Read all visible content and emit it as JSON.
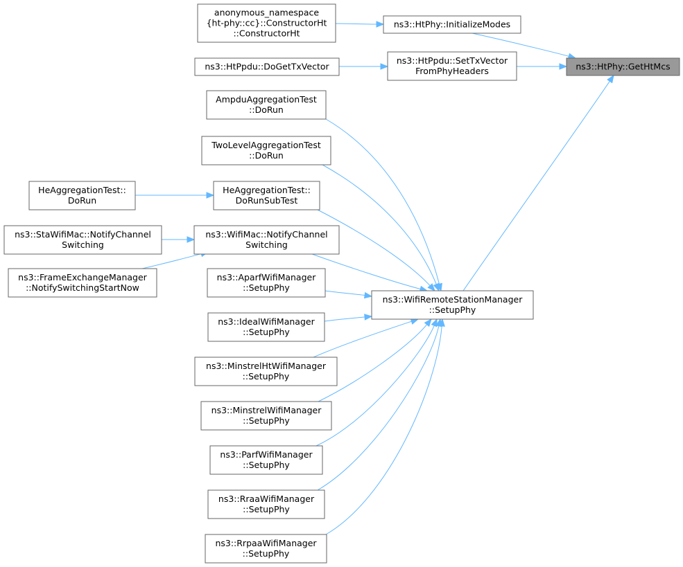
{
  "graph": {
    "edge_color": "#63b8ff",
    "root_fill": "#999999",
    "nodes": [
      {
        "id": "root",
        "lines": [
          "ns3::HtPhy::GetHtMcs"
        ],
        "root": true
      },
      {
        "id": "initmodes",
        "lines": [
          "ns3::HtPhy::InitializeModes"
        ]
      },
      {
        "id": "anon",
        "lines": [
          "anonymous_namespace",
          "{ht-phy::cc}::ConstructorHt",
          "::ConstructorHt"
        ]
      },
      {
        "id": "settx",
        "lines": [
          "ns3::HtPpdu::SetTxVector",
          "FromPhyHeaders"
        ]
      },
      {
        "id": "dogettx",
        "lines": [
          "ns3::HtPpdu::DoGetTxVector"
        ]
      },
      {
        "id": "ampdu",
        "lines": [
          "AmpduAggregationTest",
          "::DoRun"
        ]
      },
      {
        "id": "twolevel",
        "lines": [
          "TwoLevelAggregationTest",
          "::DoRun"
        ]
      },
      {
        "id": "hesub",
        "lines": [
          "HeAggregationTest::",
          "DoRunSubTest"
        ]
      },
      {
        "id": "herun",
        "lines": [
          "HeAggregationTest::",
          "DoRun"
        ]
      },
      {
        "id": "wifimac",
        "lines": [
          "ns3::WifiMac::NotifyChannel",
          "Switching"
        ]
      },
      {
        "id": "stawifi",
        "lines": [
          "ns3::StaWifiMac::NotifyChannel",
          "Switching"
        ]
      },
      {
        "id": "frameex",
        "lines": [
          "ns3::FrameExchangeManager",
          "::NotifySwitchingStartNow"
        ]
      },
      {
        "id": "remote",
        "lines": [
          "ns3::WifiRemoteStationManager",
          "::SetupPhy"
        ]
      },
      {
        "id": "aparf",
        "lines": [
          "ns3::AparfWifiManager",
          "::SetupPhy"
        ]
      },
      {
        "id": "ideal",
        "lines": [
          "ns3::IdealWifiManager",
          "::SetupPhy"
        ]
      },
      {
        "id": "minstrelht",
        "lines": [
          "ns3::MinstrelHtWifiManager",
          "::SetupPhy"
        ]
      },
      {
        "id": "minstrel",
        "lines": [
          "ns3::MinstrelWifiManager",
          "::SetupPhy"
        ]
      },
      {
        "id": "parf",
        "lines": [
          "ns3::ParfWifiManager",
          "::SetupPhy"
        ]
      },
      {
        "id": "rraa",
        "lines": [
          "ns3::RraaWifiManager",
          "::SetupPhy"
        ]
      },
      {
        "id": "rrpaa",
        "lines": [
          "ns3::RrpaaWifiManager",
          "::SetupPhy"
        ]
      }
    ],
    "edges": [
      {
        "from": "initmodes",
        "to": "root"
      },
      {
        "from": "settx",
        "to": "root"
      },
      {
        "from": "remote",
        "to": "root"
      },
      {
        "from": "anon",
        "to": "initmodes"
      },
      {
        "from": "dogettx",
        "to": "settx"
      },
      {
        "from": "ampdu",
        "to": "remote"
      },
      {
        "from": "twolevel",
        "to": "remote"
      },
      {
        "from": "hesub",
        "to": "remote"
      },
      {
        "from": "wifimac",
        "to": "remote"
      },
      {
        "from": "aparf",
        "to": "remote"
      },
      {
        "from": "ideal",
        "to": "remote"
      },
      {
        "from": "minstrelht",
        "to": "remote"
      },
      {
        "from": "minstrel",
        "to": "remote"
      },
      {
        "from": "parf",
        "to": "remote"
      },
      {
        "from": "rraa",
        "to": "remote"
      },
      {
        "from": "rrpaa",
        "to": "remote"
      },
      {
        "from": "herun",
        "to": "hesub"
      },
      {
        "from": "stawifi",
        "to": "wifimac"
      },
      {
        "from": "frameex",
        "to": "wifimac"
      }
    ]
  }
}
